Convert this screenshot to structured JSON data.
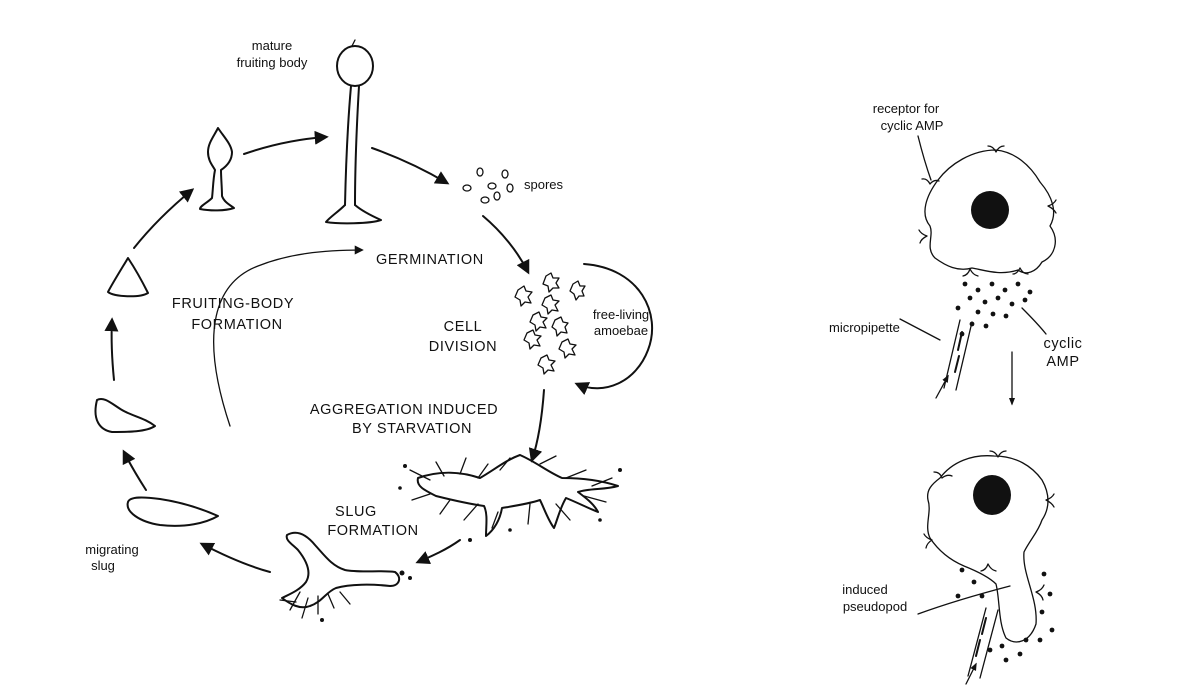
{
  "cycle": {
    "mature_fruiting_body": [
      "mature",
      "fruiting body"
    ],
    "spores": "spores",
    "germination": "GERMINATION",
    "free_living_amoebae": [
      "free-living",
      "amoebae"
    ],
    "cell_division": [
      "CELL",
      "DIVISION"
    ],
    "aggregation": [
      "AGGREGATION INDUCED",
      "BY STARVATION"
    ],
    "slug_formation": [
      "SLUG",
      "FORMATION"
    ],
    "migrating_slug": [
      "migrating",
      "slug"
    ],
    "fruiting_body_formation": [
      "FRUITING-BODY",
      "FORMATION"
    ]
  },
  "chemotaxis": {
    "receptor": [
      "receptor for",
      "cyclic AMP"
    ],
    "micropipette": "micropipette",
    "cyclic_amp": [
      "cyclic",
      "AMP"
    ],
    "induced_pseudopod": [
      "induced",
      "pseudopod"
    ]
  }
}
